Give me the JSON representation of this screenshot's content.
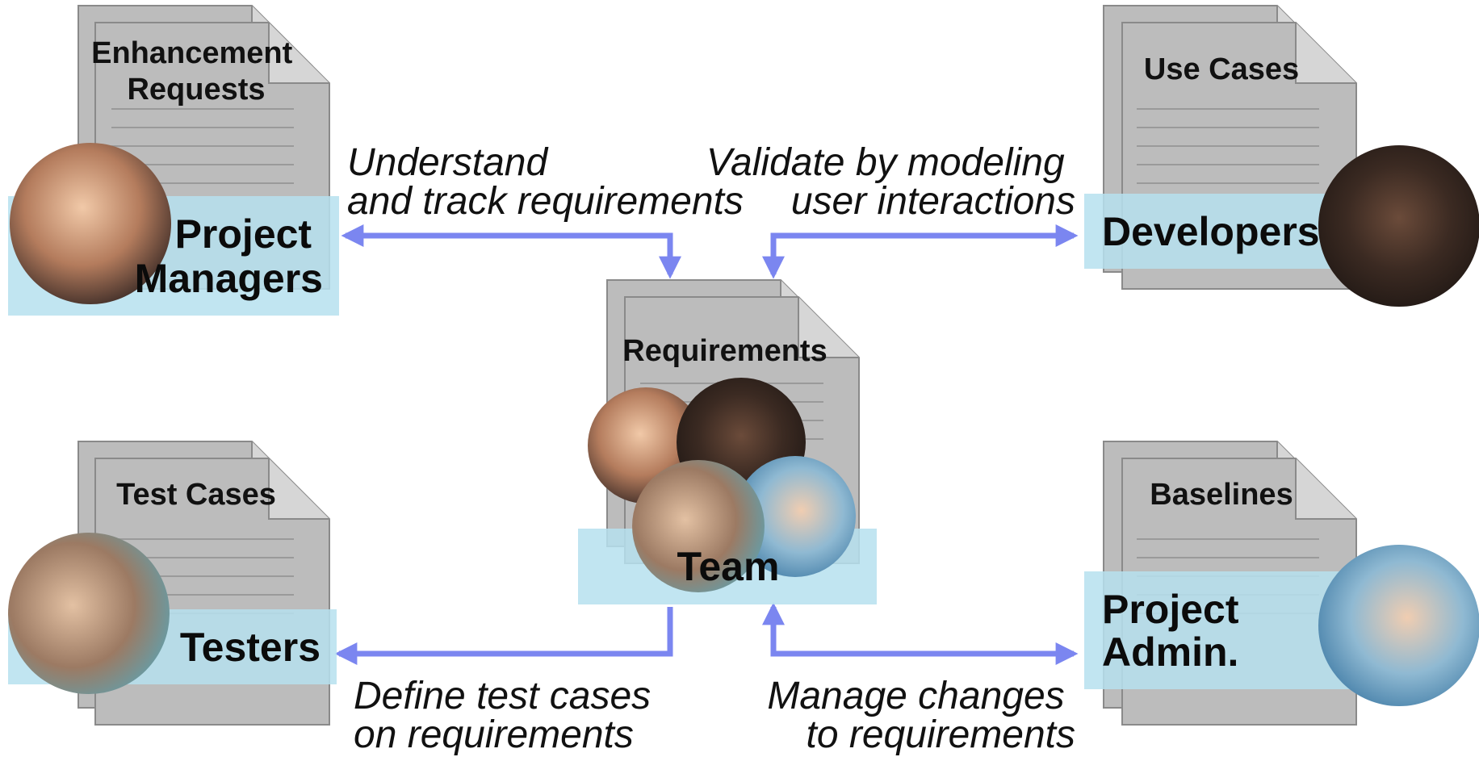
{
  "documents": {
    "enhancement_requests": [
      "Enhancement",
      "Requests"
    ],
    "use_cases": "Use Cases",
    "requirements": "Requirements",
    "test_cases": "Test Cases",
    "baselines": "Baselines"
  },
  "roles": {
    "project_managers": [
      "Project",
      "Managers"
    ],
    "developers": "Developers",
    "team": "Team",
    "testers": "Testers",
    "project_admin": [
      "Project",
      "Admin."
    ]
  },
  "captions": {
    "understand": [
      "Understand",
      "and track requirements"
    ],
    "validate": [
      "Validate by modeling",
      "user interactions"
    ],
    "define": [
      "Define test cases",
      "on requirements"
    ],
    "manage": [
      "Manage changes",
      "to requirements"
    ]
  },
  "colors": {
    "arrow": "#7b86f0",
    "label_band": "#b6e1ef",
    "document_fill": "#bcbcbc",
    "document_stroke": "#8a8a8a"
  }
}
